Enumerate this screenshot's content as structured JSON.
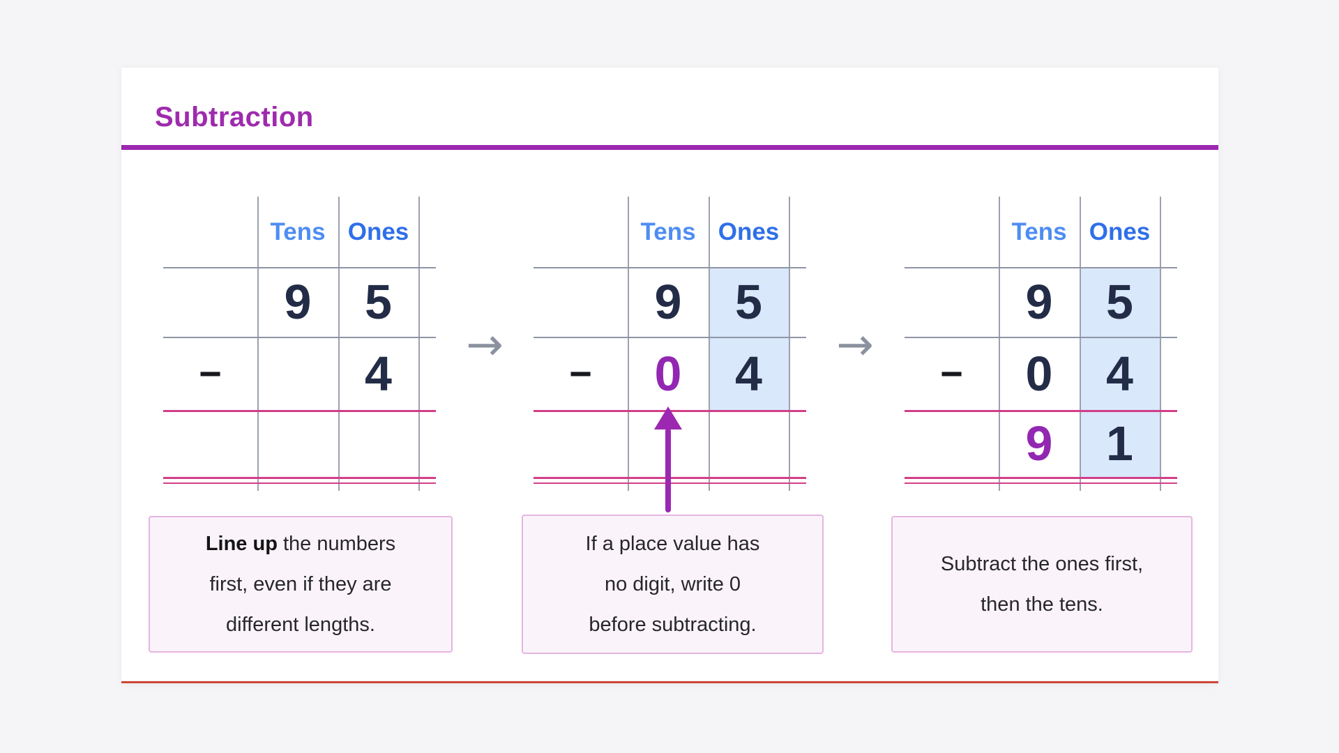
{
  "page": {
    "title": "Subtraction"
  },
  "colors": {
    "title_purple": "#9e2bad",
    "divider_purple": "#9c27b0",
    "card_bottom_red": "#cc4733",
    "tens_header_blue": "#4e8df2",
    "ones_header_blue": "#2f6fe8",
    "digit_navy": "#232c47",
    "digit_purple": "#9228b2",
    "subtraction_line_pink": "#d23f88",
    "ones_highlight_blue": "#d9e8fb",
    "grid_line_gray": "#9ba1ae",
    "step_arrow_gray": "#8b919e",
    "annotation_arrow_purple": "#9c27b0",
    "caption_border_pink": "#e5b5e2",
    "caption_bg_pink": "#fbf3fa"
  },
  "arrows": {
    "step_right": "→"
  },
  "panels": [
    {
      "table": {
        "headers": {
          "tens": "Tens",
          "ones": "Ones"
        },
        "minuend": {
          "tens": "9",
          "ones": "5"
        },
        "operator": "−",
        "subtrahend": {
          "ones": "4"
        }
      },
      "caption": {
        "line1_bold": "Line up",
        "line1_rest": " the numbers",
        "line2": "first, even if they are",
        "line3": "different lengths."
      }
    },
    {
      "table": {
        "headers": {
          "tens": "Tens",
          "ones": "Ones"
        },
        "minuend": {
          "tens": "9",
          "ones": "5"
        },
        "operator": "−",
        "subtrahend": {
          "tens": "0",
          "ones": "4"
        }
      },
      "caption": {
        "line1": "If a place value has",
        "line2": "no digit, write 0",
        "line3": "before subtracting."
      }
    },
    {
      "table": {
        "headers": {
          "tens": "Tens",
          "ones": "Ones"
        },
        "minuend": {
          "tens": "9",
          "ones": "5"
        },
        "operator": "−",
        "subtrahend": {
          "tens": "0",
          "ones": "4"
        },
        "result": {
          "tens": "9",
          "ones": "1"
        }
      },
      "caption": {
        "line1": "Subtract the ones first,",
        "line2": "then the tens."
      }
    }
  ]
}
